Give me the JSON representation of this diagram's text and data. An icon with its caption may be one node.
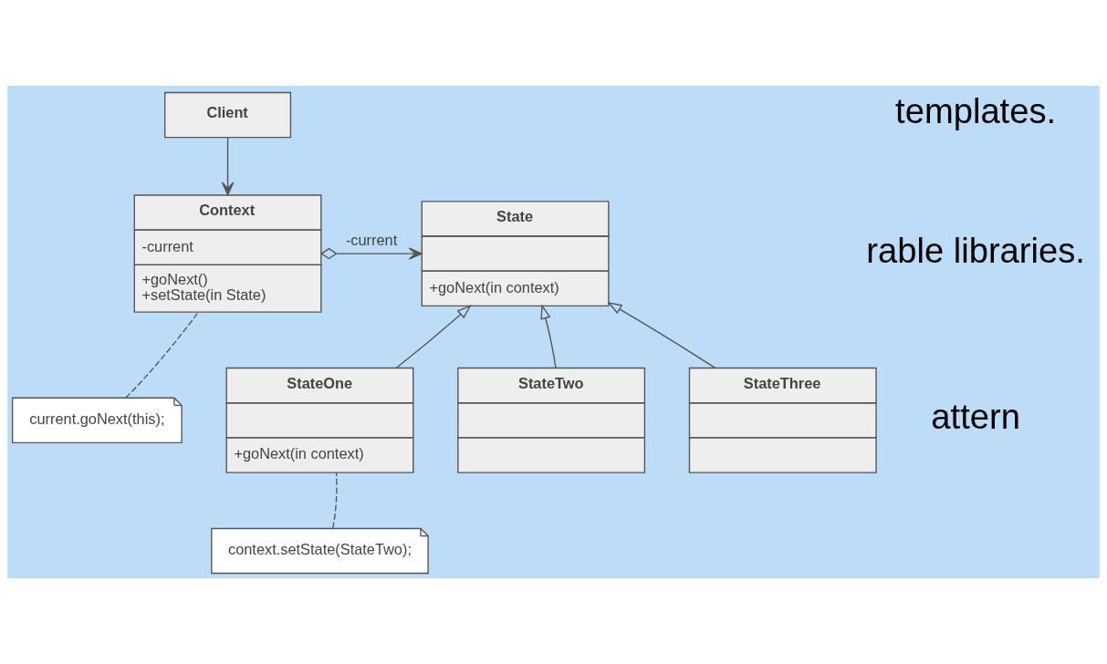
{
  "diagram": {
    "nodes": [
      {
        "text": [
          "Client"
        ]
      },
      {
        "text": [
          "Context",
          "-current",
          "+goNext()",
          "+setState(in State)"
        ]
      },
      {
        "text": [
          "State",
          "+goNext(in context)"
        ]
      },
      {
        "text": [
          "StateOne",
          "+goNext(in context)"
        ]
      },
      {
        "text": [
          "StateTwo"
        ]
      },
      {
        "text": [
          "StateThree"
        ]
      },
      {
        "text": [
          "current.goNext(this);"
        ]
      },
      {
        "text": [
          "context.setState(StateTwo);"
        ]
      }
    ],
    "edges": [
      {
        "from": 0,
        "to": 1,
        "arrow": "to"
      },
      {
        "from": 1,
        "to": 2,
        "arrow": "to",
        "label": "-current"
      },
      {
        "from": 3,
        "to": 2,
        "arrow": "to"
      },
      {
        "from": 4,
        "to": 2,
        "arrow": "to"
      },
      {
        "from": 5,
        "to": 2,
        "arrow": "to"
      },
      {
        "from": 6,
        "to": 1,
        "arrow": "none",
        "style": "dashed"
      },
      {
        "from": 7,
        "to": 3,
        "arrow": "none",
        "style": "dashed"
      }
    ],
    "labels": [
      "templates.",
      "rable libraries.",
      "attern"
    ]
  }
}
